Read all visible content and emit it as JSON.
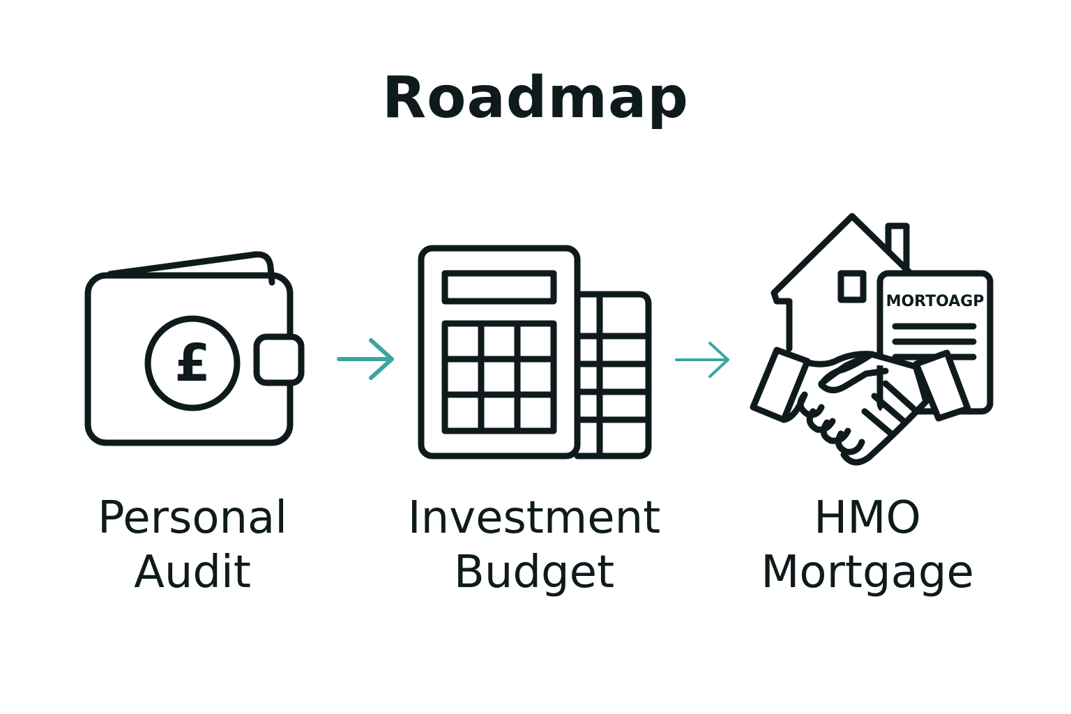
{
  "title": "Roadmap",
  "colors": {
    "ink": "#0f1a1c",
    "accent": "#3aa6a0",
    "background": "#ffffff"
  },
  "steps": [
    {
      "icon": "wallet-pound-icon",
      "label_line1": "Personal",
      "label_line2": "Audit",
      "currency_symbol": "£"
    },
    {
      "icon": "calculator-icon",
      "label_line1": "Investment",
      "label_line2": "Budget"
    },
    {
      "icon": "house-handshake-document-icon",
      "label_line1": "HMO",
      "label_line2": "Mortgage",
      "document_text": "MORTOAGP"
    }
  ],
  "arrows": [
    "arrow-right-icon",
    "arrow-right-icon"
  ]
}
